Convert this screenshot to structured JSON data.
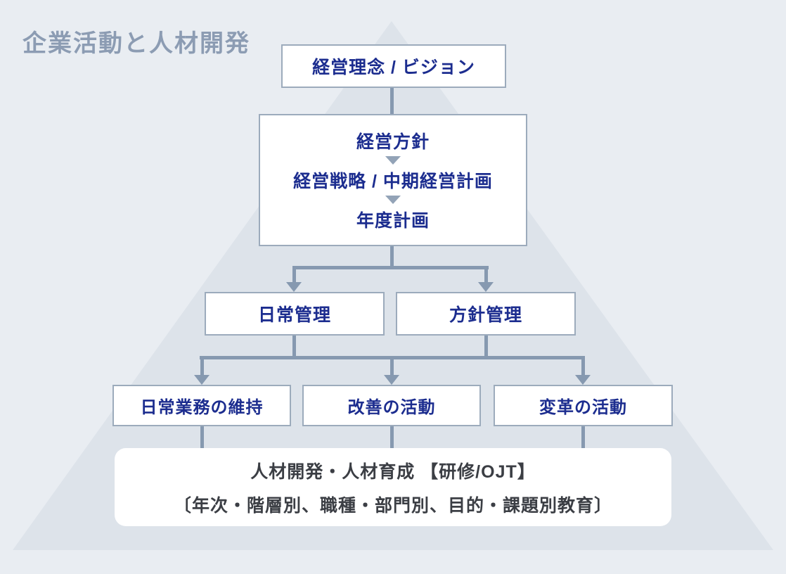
{
  "page": {
    "title": "企業活動と人材開発"
  },
  "colors": {
    "background": "#e9edf2",
    "pyramid": "#dde3ea",
    "box_border": "#9cabbc",
    "box_text": "#1c2d8f",
    "connector": "#8699b0",
    "small_arrow": "#93a3b7",
    "title_text": "#8c9cb3",
    "footer_text": "#3b3e44"
  },
  "diagram": {
    "top_box": {
      "label": "経営理念 / ビジョン"
    },
    "plan_box": {
      "items": [
        "経営方針",
        "経営戦略 / 中期経営計画",
        "年度計画"
      ]
    },
    "management_row": [
      {
        "label": "日常管理"
      },
      {
        "label": "方針管理"
      }
    ],
    "activity_row": [
      {
        "label": "日常業務の維持"
      },
      {
        "label": "改善の活動"
      },
      {
        "label": "変革の活動"
      }
    ],
    "footer_box": {
      "line1": "人材開発・人材育成 【研修/OJT】",
      "line2": "〔年次・階層別、職種・部門別、目的・課題別教育〕"
    }
  }
}
